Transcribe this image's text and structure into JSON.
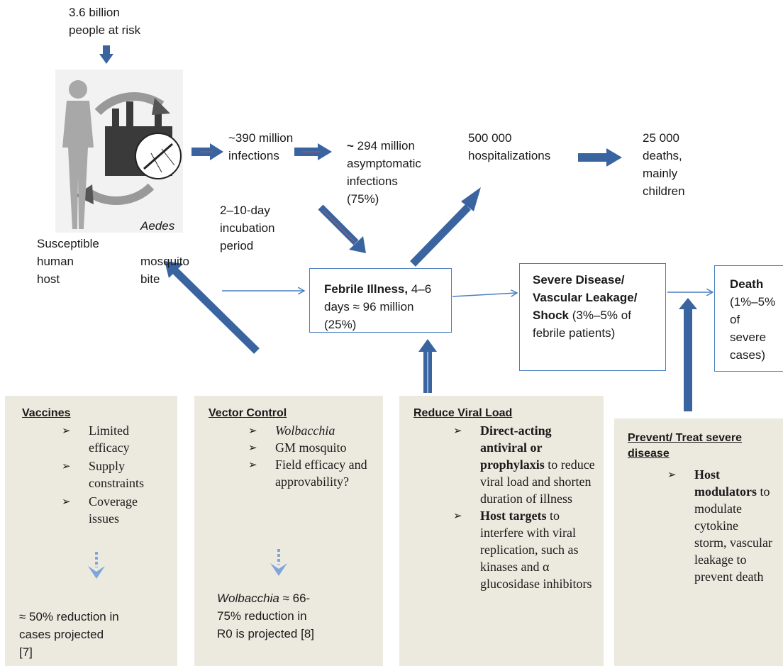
{
  "top": {
    "at_risk": "3.6 billion\npeople at risk"
  },
  "host": {
    "host_label": "Susceptible\nhuman\nhost",
    "aedes": "Aedes",
    "bite_label": "mosquito\nbite"
  },
  "flow": {
    "infections": "~390 million\ninfections",
    "asymptomatic_tilde": "~",
    "asymptomatic_rest": " 294 million\nasymptomatic\n infections\n(75%)",
    "hospitalizations": "500 000\nhospitalizations",
    "deaths": "25 000\ndeaths,\nmainly\nchildren",
    "incubation": "2–10-day\nincubation\nperiod"
  },
  "boxes": {
    "febrile_bold": "Febrile Illness,",
    "febrile_rest": " 4–6\ndays ≈ 96 million\n(25%)",
    "severe_bold": "Severe Disease/\nVascular Leakage/\nShock",
    "severe_rest": " (3%–5% of\nfebrile patients)",
    "death_bold": "Death",
    "death_rest": "(1%–5%\nof\nsevere\ncases)"
  },
  "panels": {
    "vaccines": {
      "title": "Vaccines",
      "items": [
        "Limited efficacy",
        "Supply constraints",
        "Coverage issues"
      ],
      "outcome": "≈ 50% reduction in\ncases projected\n[7]"
    },
    "vector": {
      "title": "Vector Control",
      "items": [
        "Wolbacchia",
        "GM mosquito",
        "Field efficacy and approvability?"
      ],
      "outcome_italic": "Wolbacchia",
      "outcome_rest": " ≈ 66-\n75% reduction in\nR0 is projected [8]"
    },
    "viral": {
      "title": "Reduce Viral Load",
      "item1_bold": "Direct-acting antiviral or prophylaxis",
      "item1_rest": " to reduce viral load and shorten duration of illness",
      "item2_bold": "Host targets",
      "item2_rest": " to interfere with viral replication, such as kinases and α glucosidase inhibitors"
    },
    "prevent": {
      "title": "Prevent/ Treat severe disease",
      "item_bold": "Host modulators",
      "item_rest": " to modulate cytokine storm, vascular leakage to prevent death"
    }
  },
  "marker": "➢",
  "colors": {
    "arrow": "#3a64a0",
    "box_border": "#4a7fc1",
    "panel": "#ece9df",
    "dashed_arrow": "#7ea6da"
  }
}
